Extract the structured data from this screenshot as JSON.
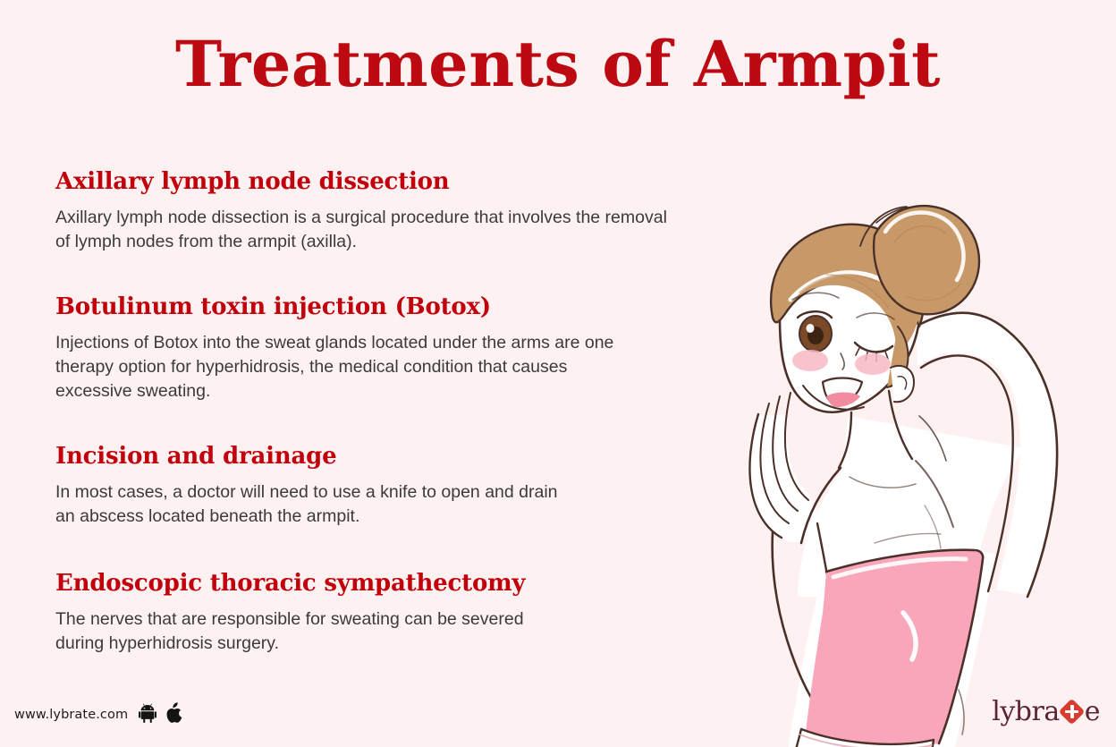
{
  "page": {
    "title": "Treatments of Armpit",
    "background_color": "#fdf1f1",
    "title_color": "#bd0a12",
    "heading_color": "#c2000c",
    "body_color": "#3b3b3b"
  },
  "sections": [
    {
      "heading": "Axillary lymph node dissection",
      "lines": [
        "Axillary lymph node dissection is a surgical procedure that involves the removal",
        "of lymph nodes from the armpit (axilla)."
      ]
    },
    {
      "heading": "Botulinum toxin injection (Botox)",
      "lines": [
        "Injections of Botox into the sweat glands located under the arms are one",
        "therapy option for hyperhidrosis, the medical condition that causes",
        "excessive sweating."
      ]
    },
    {
      "heading": "Incision and drainage",
      "lines": [
        "In most cases, a doctor will need to use a knife to open and drain",
        "an abscess located beneath the armpit."
      ]
    },
    {
      "heading": "Endoscopic thoracic sympathectomy",
      "lines": [
        "The nerves that are responsible for sweating can be severed",
        "during hyperhidrosis surgery."
      ]
    }
  ],
  "footer": {
    "website": "www.lybrate.com",
    "store_icons": [
      "android-icon",
      "apple-icon"
    ],
    "brand": {
      "text_before": "lybra",
      "text_after": "e",
      "mark_color": "#d93b31",
      "text_color": "#5c2434"
    }
  },
  "illustration": {
    "name": "woman-with-raised-arm-illustration",
    "skin_color": "#ffffff",
    "outline_color": "#4a3028",
    "hair_color": "#c89968",
    "hair_shadow_color": "#b5824f",
    "dress_color": "#f9a6bb",
    "blush_color": "#f7b9c4",
    "lips_color": "#f08ba0",
    "eye_color": "#7a4a28"
  }
}
